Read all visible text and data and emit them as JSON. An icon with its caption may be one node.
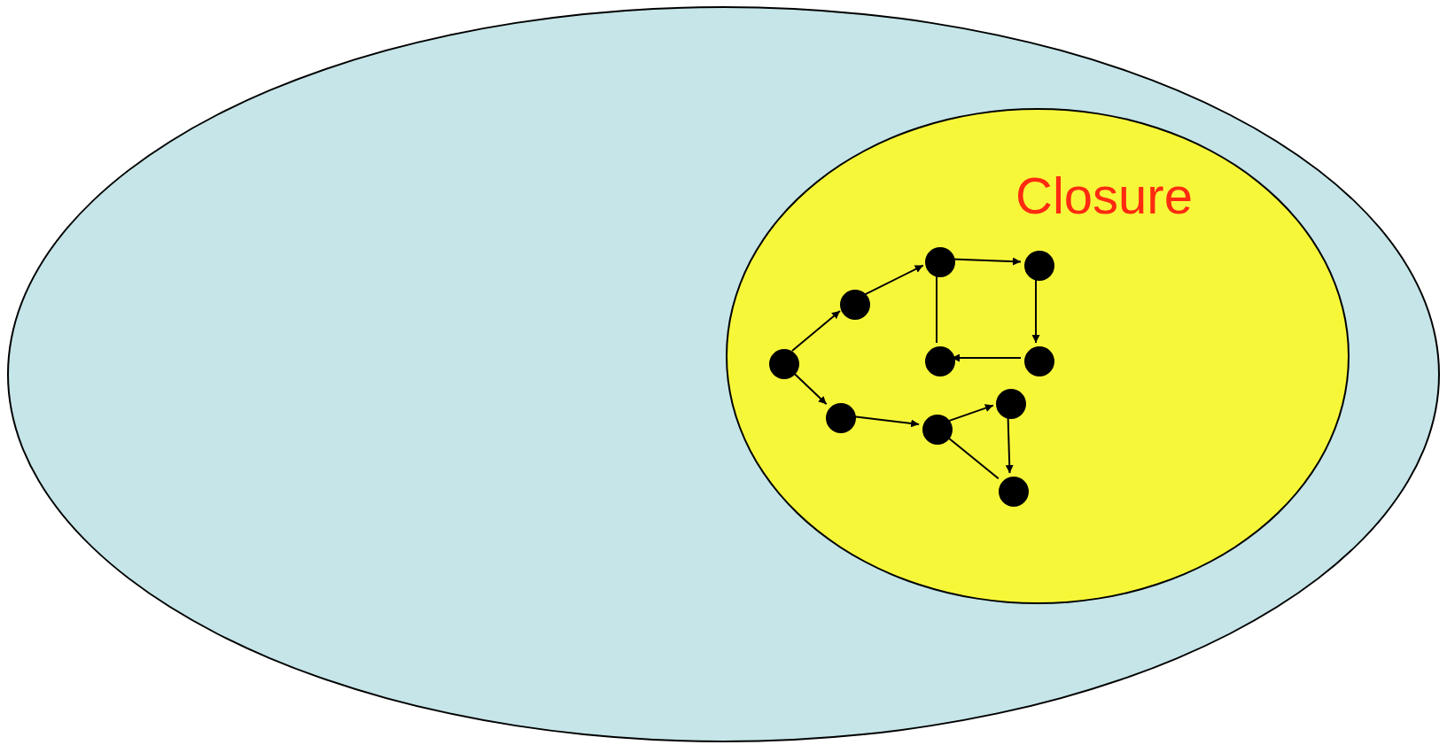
{
  "diagram": {
    "nodes": [
      {
        "text": [],
        "shape": "ellipse"
      },
      {
        "text": [
          "Closure"
        ],
        "in": 0
      },
      {
        "text": [],
        "shape": "circle",
        "in": 1
      },
      {
        "text": [],
        "shape": "circle",
        "in": 1
      },
      {
        "text": [],
        "shape": "circle",
        "in": 1
      },
      {
        "text": [],
        "shape": "circle",
        "in": 1
      },
      {
        "text": [],
        "shape": "circle",
        "in": 1
      },
      {
        "text": [],
        "shape": "circle",
        "in": 1
      },
      {
        "text": [],
        "shape": "circle",
        "in": 1
      },
      {
        "text": [],
        "shape": "circle",
        "in": 1
      },
      {
        "text": [],
        "shape": "circle",
        "in": 1
      },
      {
        "text": [],
        "shape": "circle",
        "in": 1
      }
    ],
    "edges": [
      {
        "from": 2,
        "to": 3,
        "arrow": "to"
      },
      {
        "from": 3,
        "to": 4,
        "arrow": "to"
      },
      {
        "from": 4,
        "to": 5,
        "arrow": "to"
      },
      {
        "from": 5,
        "to": 7,
        "arrow": "to"
      },
      {
        "from": 7,
        "to": 6,
        "arrow": "to"
      },
      {
        "from": 6,
        "to": 4,
        "arrow": "none"
      },
      {
        "from": 2,
        "to": 8,
        "arrow": "to"
      },
      {
        "from": 8,
        "to": 9,
        "arrow": "to"
      },
      {
        "from": 9,
        "to": 10,
        "arrow": "to"
      },
      {
        "from": 10,
        "to": 11,
        "arrow": "to"
      },
      {
        "from": 9,
        "to": 11,
        "arrow": "none"
      }
    ]
  }
}
